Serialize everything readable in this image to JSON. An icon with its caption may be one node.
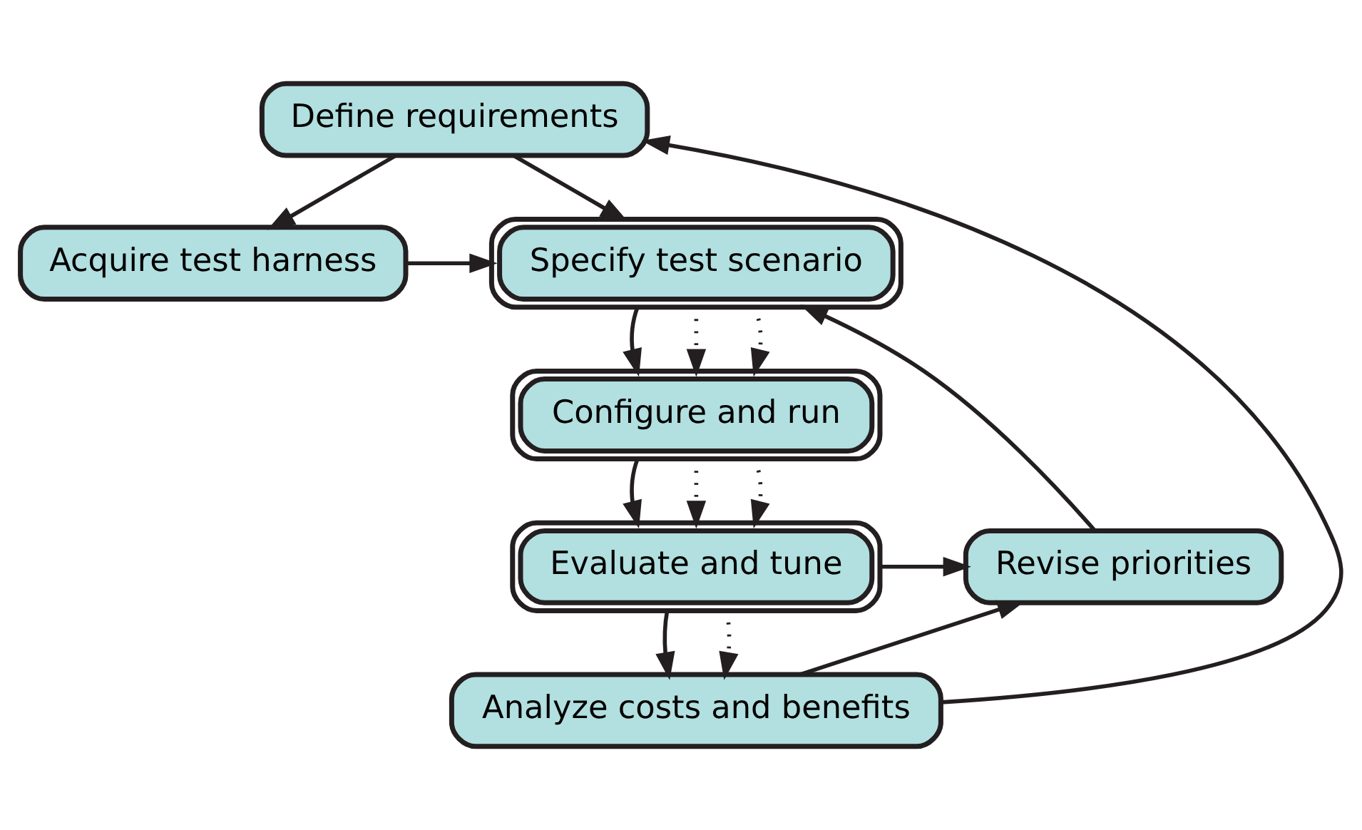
{
  "diagram": {
    "nodes": [
      {
        "text": [
          "Define requirements"
        ]
      },
      {
        "text": [
          "Acquire test harness"
        ]
      },
      {
        "text": [
          "Specify test scenario"
        ]
      },
      {
        "text": [
          "Configure and run"
        ]
      },
      {
        "text": [
          "Evaluate and tune"
        ]
      },
      {
        "text": [
          "Revise priorities"
        ]
      },
      {
        "text": [
          "Analyze costs and benefits"
        ]
      }
    ],
    "edges": [
      {
        "from": 0,
        "to": 1,
        "arrow": "to"
      },
      {
        "from": 0,
        "to": 2,
        "arrow": "to"
      },
      {
        "from": 1,
        "to": 2,
        "arrow": "to"
      },
      {
        "from": 5,
        "to": 2,
        "arrow": "to"
      },
      {
        "from": 2,
        "to": 3,
        "arrow": "to"
      },
      {
        "from": 2,
        "to": 3,
        "arrow": "to",
        "style": "dashed"
      },
      {
        "from": 2,
        "to": 3,
        "arrow": "to",
        "style": "dashed"
      },
      {
        "from": 3,
        "to": 4,
        "arrow": "to"
      },
      {
        "from": 3,
        "to": 4,
        "arrow": "to",
        "style": "dashed"
      },
      {
        "from": 3,
        "to": 4,
        "arrow": "to",
        "style": "dashed"
      },
      {
        "from": 4,
        "to": 6,
        "arrow": "to"
      },
      {
        "from": 4,
        "to": 6,
        "arrow": "to",
        "style": "dashed"
      },
      {
        "from": 4,
        "to": 5,
        "arrow": "to"
      },
      {
        "from": 6,
        "to": 5,
        "arrow": "to"
      },
      {
        "from": 6,
        "to": 0,
        "arrow": "to"
      }
    ]
  }
}
